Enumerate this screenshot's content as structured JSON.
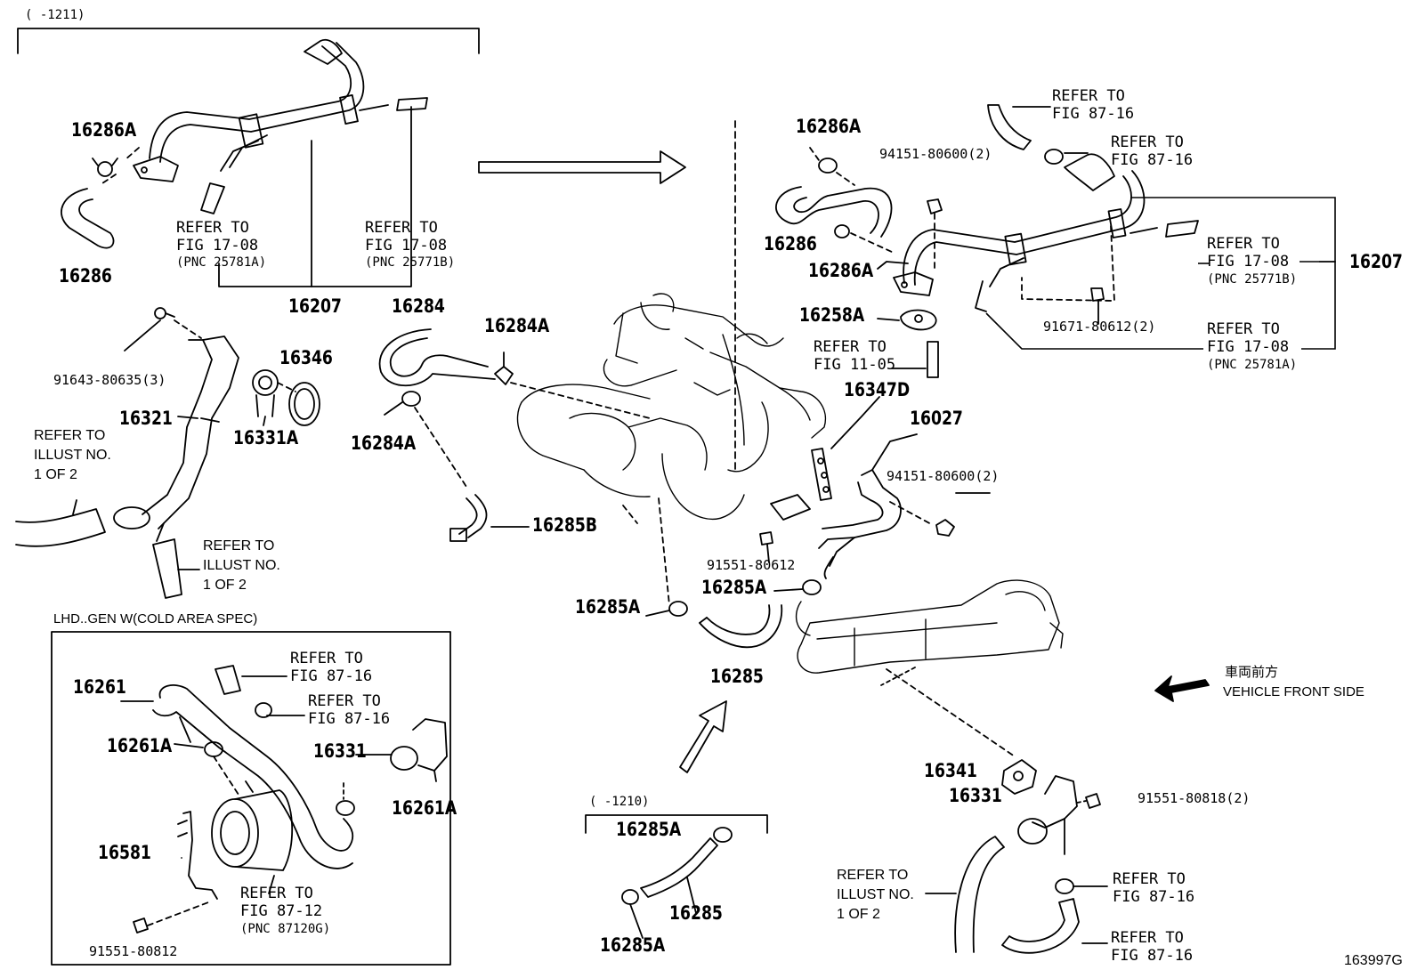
{
  "range_labels": {
    "top_left": "(      -1211)",
    "bottom_mid": "(      -1210)"
  },
  "inset_title": "LHD..GEN W(COLD AREA SPEC)",
  "direction": {
    "jp": "車両前方",
    "en": "VEHICLE FRONT SIDE"
  },
  "figure_id": "163997G",
  "part_numbers": {
    "p16286A_tl": "16286A",
    "p16286_tl": "16286",
    "p16207_tl": "16207",
    "p16284": "16284",
    "p16284A_a": "16284A",
    "p16284A_b": "16284A",
    "p16285B": "16285B",
    "p91643": "91643-80635(3)",
    "p16346": "16346",
    "p16321": "16321",
    "p16331A": "16331A",
    "p16286A_r1": "16286A",
    "p16286_r": "16286",
    "p16286A_r2": "16286A",
    "p94151_a": "94151-80600(2)",
    "p16207_r": "16207",
    "p91671": "91671-80612(2)",
    "p16258A": "16258A",
    "p16347D": "16347D",
    "p16027": "16027",
    "p94151_b": "94151-80600(2)",
    "p91551_80612": "91551-80612",
    "p16285A_a": "16285A",
    "p16285A_b": "16285A",
    "p16285_mid": "16285",
    "p16261": "16261",
    "p16261A_a": "16261A",
    "p16331_inset": "16331",
    "p16261A_b": "16261A",
    "p16581": "16581",
    "p91551_80812": "91551-80812",
    "p16285A_c": "16285A",
    "p16285_b": "16285",
    "p16285A_d": "16285A",
    "p16341": "16341",
    "p16331_br": "16331",
    "p91551_80818": "91551-80818(2)"
  },
  "refs": {
    "tl_a": [
      "REFER TO",
      "FIG 17-08",
      "(PNC 25781A)"
    ],
    "tl_b": [
      "REFER TO",
      "FIG 17-08",
      "(PNC 25771B)"
    ],
    "r_top1": [
      "REFER TO",
      "FIG 87-16"
    ],
    "r_top2": [
      "REFER TO",
      "FIG 87-16"
    ],
    "r_pnc_b": [
      "REFER TO",
      "FIG 17-08",
      "(PNC 25771B)"
    ],
    "r_pnc_a": [
      "REFER TO",
      "FIG 17-08",
      "(PNC 25781A)"
    ],
    "r_fig11": [
      "REFER TO",
      "FIG 11-05"
    ],
    "inset1": [
      "REFER TO",
      "FIG 87-16"
    ],
    "inset2": [
      "REFER TO",
      "FIG 87-16"
    ],
    "inset3": [
      "REFER TO",
      "FIG 87-12",
      "(PNC 87120G)"
    ],
    "br1": [
      "REFER TO",
      "FIG 87-16"
    ],
    "br2": [
      "REFER TO",
      "FIG 87-16"
    ]
  },
  "illust_refs": {
    "left_a": [
      "REFER TO",
      "ILLUST NO.",
      "1 OF 2"
    ],
    "left_b": [
      "REFER TO",
      "ILLUST NO.",
      "1 OF 2"
    ],
    "bottom": [
      "REFER TO",
      "ILLUST NO.",
      "1 OF 2"
    ]
  },
  "colors": {
    "ink": "#000000",
    "paper": "#ffffff"
  }
}
